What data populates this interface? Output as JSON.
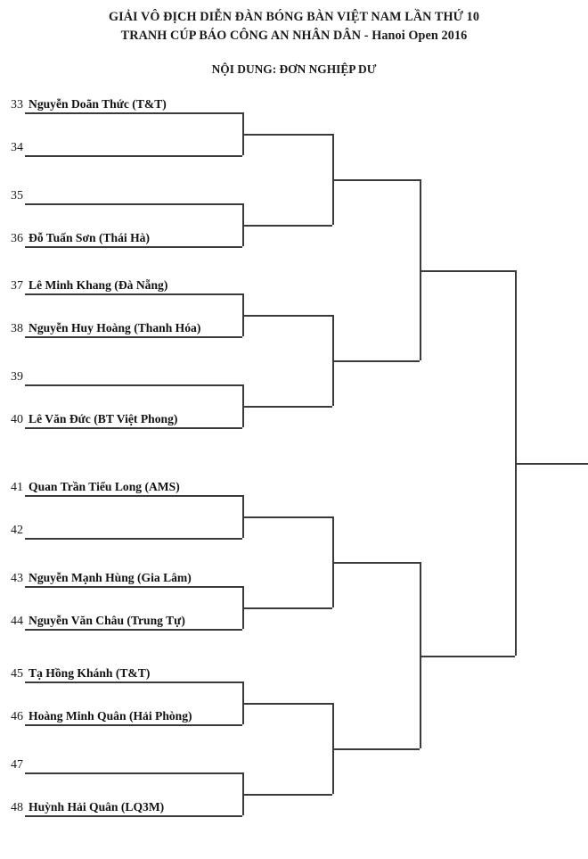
{
  "header": {
    "title_line_1": "GIẢI VÔ ĐỊCH DIỄN ĐÀN BÓNG BÀN VIỆT NAM LẦN THỨ 10",
    "title_line_2": "TRANH CÚP BÁO CÔNG AN NHÂN DÂN - Hanoi Open 2016",
    "subtitle": "NỘI DUNG: ĐƠN NGHIỆP DƯ"
  },
  "bracket": {
    "line_color": "#3a3a3a",
    "rounds": 4,
    "slots": [
      {
        "seed": "33",
        "name": "Nguyễn Doãn Thức (T&T)"
      },
      {
        "seed": "34",
        "name": ""
      },
      {
        "seed": "35",
        "name": ""
      },
      {
        "seed": "36",
        "name": "Đỗ Tuấn Sơn (Thái Hà)"
      },
      {
        "seed": "37",
        "name": "Lê Minh Khang (Đà Nẵng)"
      },
      {
        "seed": "38",
        "name": "Nguyễn Huy Hoàng (Thanh Hóa)"
      },
      {
        "seed": "39",
        "name": ""
      },
      {
        "seed": "40",
        "name": "Lê Văn Đức (BT Việt Phong)"
      },
      {
        "seed": "41",
        "name": "Quan Trần Tiểu Long (AMS)"
      },
      {
        "seed": "42",
        "name": ""
      },
      {
        "seed": "43",
        "name": "Nguyễn Mạnh Hùng (Gia Lâm)"
      },
      {
        "seed": "44",
        "name": "Nguyễn Văn Châu (Trung Tự)"
      },
      {
        "seed": "45",
        "name": "Tạ Hồng Khánh (T&T)"
      },
      {
        "seed": "46",
        "name": "Hoàng Minh Quân (Hải Phòng)"
      },
      {
        "seed": "47",
        "name": ""
      },
      {
        "seed": "48",
        "name": "Huỳnh Hải Quân (LQ3M)"
      }
    ]
  }
}
